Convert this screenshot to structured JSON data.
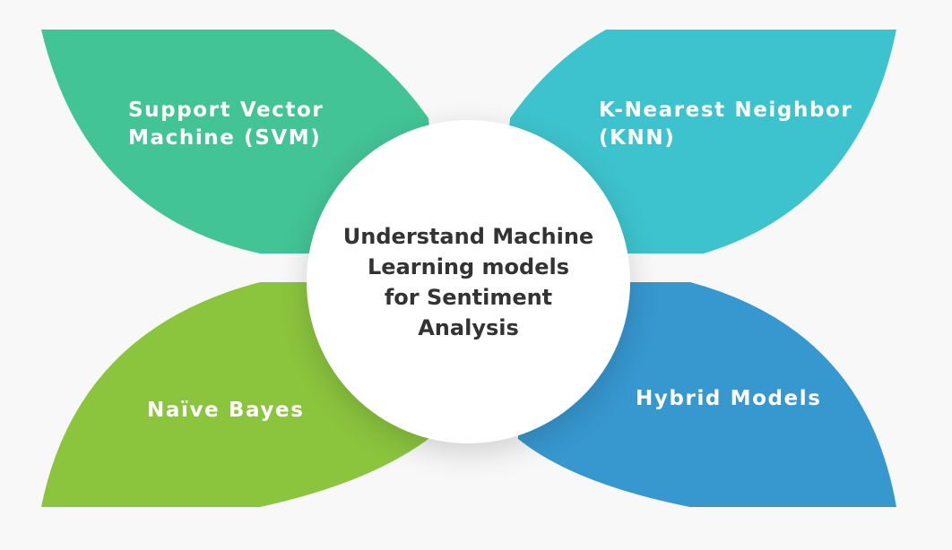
{
  "colors": {
    "background": "#f8f8f9",
    "svm": "#43c496",
    "knn": "#3dc3cd",
    "naive_bayes": "#8bc53e",
    "hybrid": "#3797cf",
    "center_text": "#333333"
  },
  "petals": {
    "top_left": "Support Vector\nMachine (SVM)",
    "top_right": "K-Nearest Neighbor\n(KNN)",
    "bottom_left": "Naïve Bayes",
    "bottom_right": "Hybrid Models"
  },
  "center": {
    "title": "Understand Machine\nLearning models\nfor Sentiment\nAnalysis"
  }
}
